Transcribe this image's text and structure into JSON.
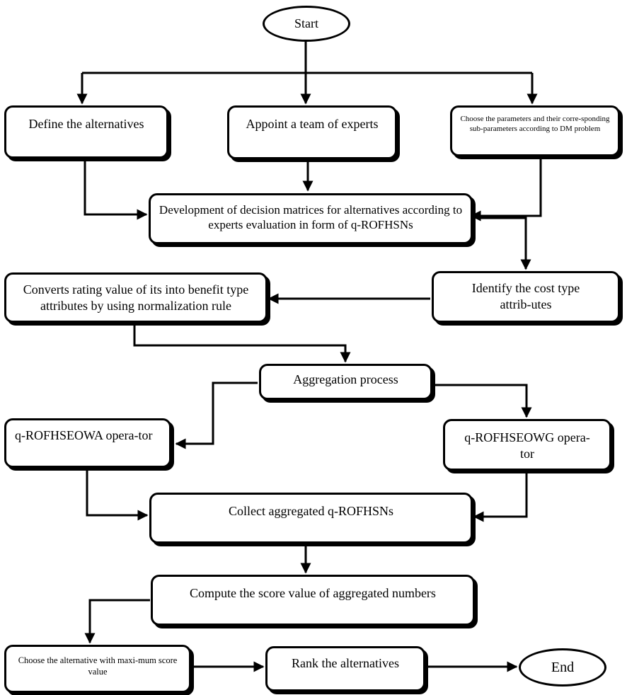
{
  "nodes": {
    "start": "Start",
    "define_alternatives": "Define the alternatives",
    "appoint_experts": "Appoint a team of experts",
    "choose_parameters": "Choose the parameters and their corre-sponding sub-parameters according to DM problem",
    "development_matrices": "Development of decision matrices for alternatives according to experts evaluation in form of q-ROFHSNs",
    "identify_cost": "Identify the cost type attrib-utes",
    "converts_rating": "Converts rating value of its into benefit type attributes by using normalization rule",
    "aggregation_process": "Aggregation process",
    "seowa_operator": "q-ROFHSEOWA  opera-tor",
    "seowg_operator": "q-ROFHSEOWG opera-tor",
    "collect_aggregated": "Collect aggregated q-ROFHSNs",
    "compute_score": "Compute the score value of aggregated numbers",
    "choose_max": "Choose the alternative with maxi-mum score value",
    "rank_alternatives": "Rank the alternatives",
    "end": "End"
  }
}
